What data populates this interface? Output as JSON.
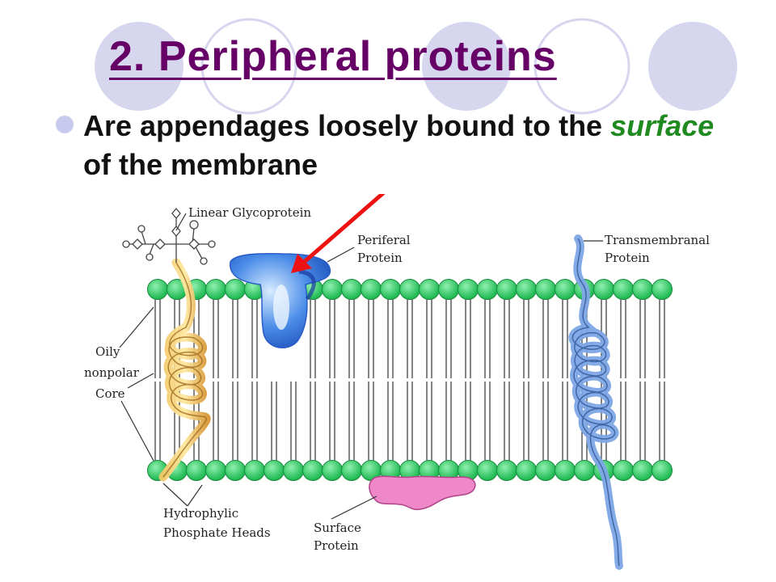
{
  "slide": {
    "title": "2. Peripheral proteins",
    "bullet": {
      "text_before": "Are appendages loosely bound to the ",
      "emphasis": "surface",
      "text_after": " of the membrane"
    }
  },
  "diagram": {
    "labels": {
      "linear_glycoprotein": "Linear Glycoprotein",
      "periferal_line1": "Periferal",
      "periferal_line2": "Protein",
      "transmembranal_line1": "Transmembranal",
      "transmembranal_line2": "Protein",
      "oily_line1": "Oily",
      "oily_line2": "nonpolar",
      "oily_line3": "Core",
      "hydrophylic_line1": "Hydrophylic",
      "hydrophylic_line2": "Phosphate Heads",
      "surface_line1": "Surface",
      "surface_line2": "Protein"
    }
  },
  "colors": {
    "title": "#660066",
    "emphasis": "#1f8a1f",
    "decor_circle": "#d6d6ef",
    "phosphate_head": "#33cc66",
    "arrow": "#ee1111"
  }
}
